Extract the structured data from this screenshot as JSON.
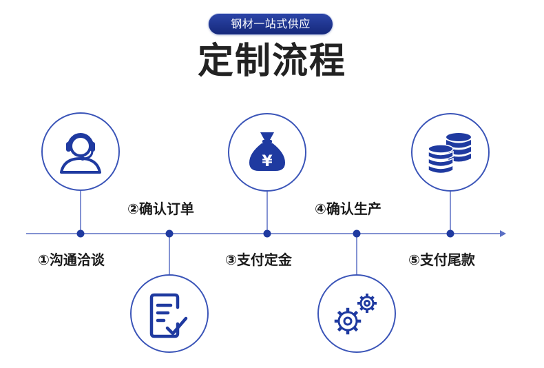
{
  "badge": "钢材一站式供应",
  "title": "定制流程",
  "steps": [
    {
      "label": "①沟通洽谈",
      "icon": "customer-service-headset-icon"
    },
    {
      "label": "②确认订单",
      "icon": "order-document-check-icon"
    },
    {
      "label": "③支付定金",
      "icon": "money-bag-yen-icon"
    },
    {
      "label": "④确认生产",
      "icon": "gears-icon"
    },
    {
      "label": "⑤支付尾款",
      "icon": "coin-stack-icon"
    }
  ],
  "colors": {
    "accent": "#1f3aa0",
    "line": "#4a63c2",
    "badge": "#1d2f8a"
  }
}
